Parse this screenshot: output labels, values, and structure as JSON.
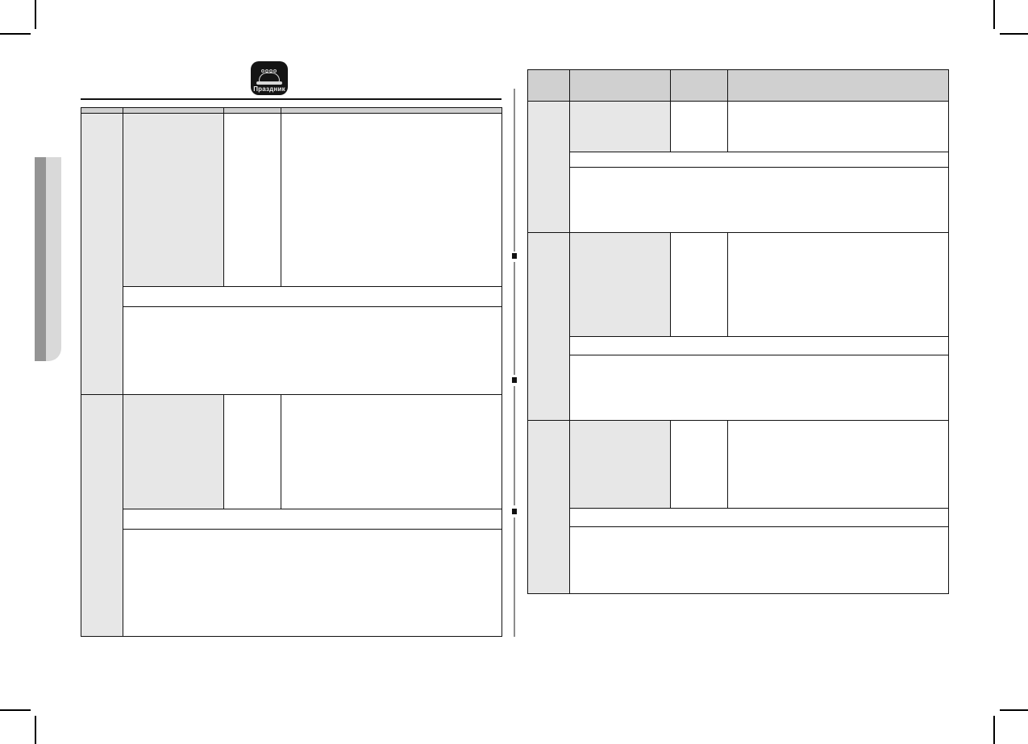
{
  "document": {
    "kind": "scanned-recipe-manual-spread",
    "page_background": "#ffffff",
    "rule_color": "#111111",
    "header_fill": "#d0d0d0",
    "tint_fill": "#e7e7e7",
    "tab_dark": "#949494",
    "tab_light": "#d9d9d9",
    "gutter_color": "#8c8c8c"
  },
  "logo": {
    "wordmark": "Праздник",
    "icon": "covered-dish-icon",
    "background": "#141414",
    "text_color": "#ededed"
  },
  "left_table": {
    "name": "recipe-table-left",
    "columns": [
      "",
      "",
      "",
      ""
    ],
    "header": {
      "cells": [
        "",
        "",
        "",
        ""
      ]
    },
    "groups": [
      {
        "index": "",
        "top_row": {
          "cells": [
            "",
            "",
            ""
          ]
        },
        "band_thin": "",
        "band_tall": ""
      },
      {
        "index": "",
        "top_row": {
          "cells": [
            "",
            "",
            ""
          ]
        },
        "band_thin": "",
        "band_tall": ""
      }
    ]
  },
  "right_table": {
    "name": "recipe-table-right",
    "columns": [
      "",
      "",
      "",
      ""
    ],
    "header": {
      "cells": [
        "",
        "",
        "",
        ""
      ]
    },
    "groups": [
      {
        "index": "",
        "top_row": {
          "cells": [
            "",
            "",
            ""
          ]
        },
        "band_thin": "",
        "band_tall": ""
      },
      {
        "index": "",
        "top_row": {
          "cells": [
            "",
            "",
            ""
          ]
        },
        "band_thin": "",
        "band_tall": ""
      },
      {
        "index": "",
        "top_row": {
          "cells": [
            "",
            "",
            ""
          ]
        },
        "band_thin": "",
        "band_tall": ""
      }
    ]
  },
  "marks": {
    "crop_marks": [
      "top-left",
      "top-right",
      "bottom-left",
      "bottom-right"
    ],
    "gutter_ticks": 3
  }
}
